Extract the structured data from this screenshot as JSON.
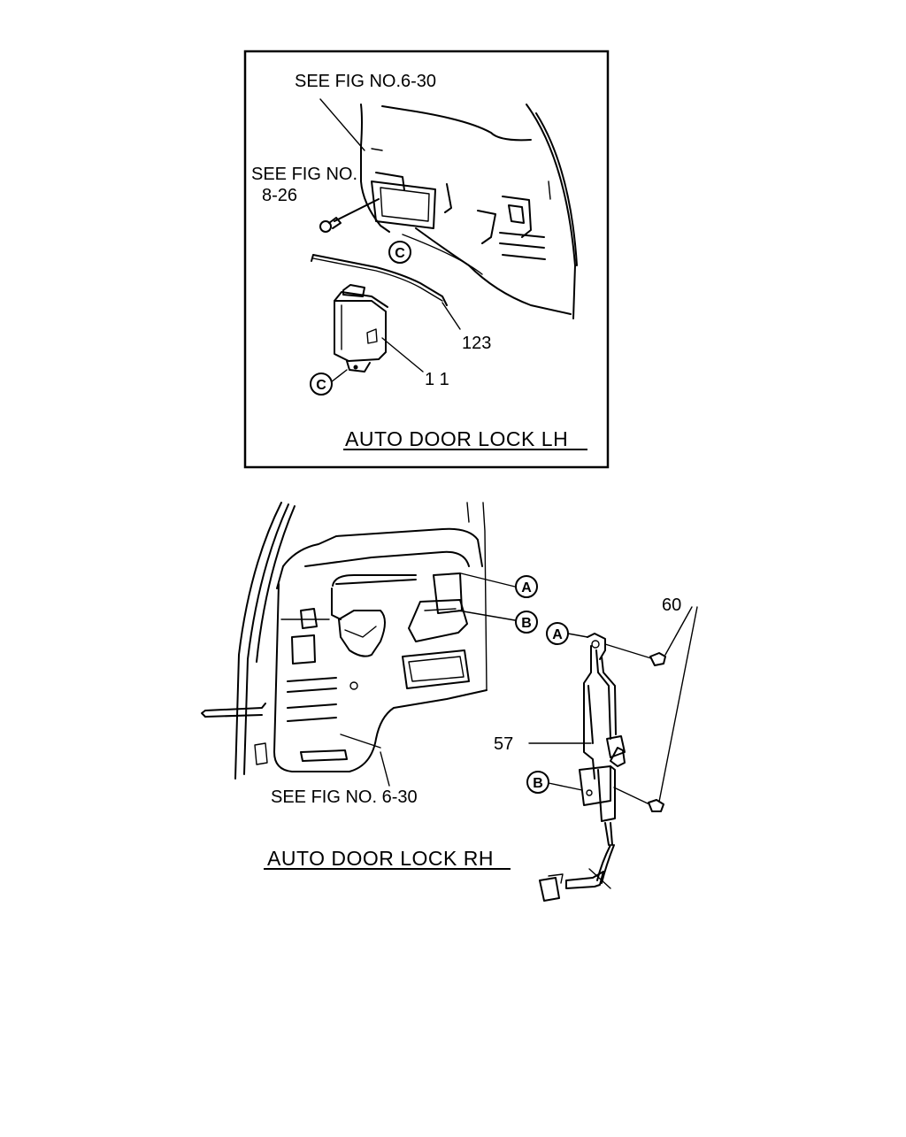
{
  "lh": {
    "title": "AUTO DOOR LOCK LH",
    "ref_fig_6_30": "SEE FIG NO.6-30",
    "ref_fig_8_26_line1": "SEE FIG NO.",
    "ref_fig_8_26_line2": "8-26",
    "part_123": "123",
    "part_11": "1 1",
    "callout_c": "C"
  },
  "rh": {
    "title": "AUTO DOOR LOCK RH",
    "ref_fig_6_30": "SEE FIG NO. 6-30",
    "part_60": "60",
    "part_57": "57",
    "callout_a": "A",
    "callout_b": "B"
  }
}
